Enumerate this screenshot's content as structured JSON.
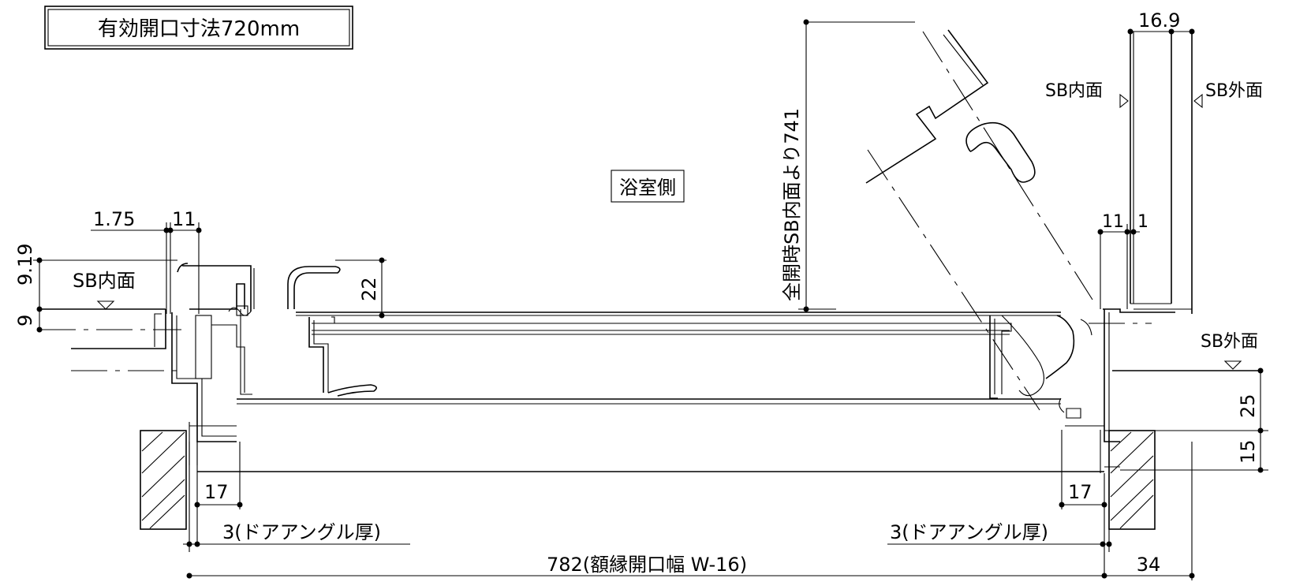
{
  "title_box": "有効開口寸法720mm",
  "room_label": "浴室側",
  "labels": {
    "sb_inner_left": "SB内面",
    "sb_inner_right": "SB内面",
    "sb_outer_top": "SB外面",
    "sb_outer_right": "SB外面"
  },
  "dimensions": {
    "top_left_1_75": "1.75",
    "top_left_11": "11",
    "left_9_19": "9.19",
    "left_9": "9",
    "frame_22": "22",
    "full_open_741": "全開時SB内面より741",
    "top_right_16_9": "16.9",
    "right_11": "11",
    "right_1": "1",
    "right_25": "25",
    "right_15": "15",
    "bottom_left_17": "17",
    "bottom_right_17": "17",
    "door_angle_left": "3(ドアアングル厚)",
    "door_angle_right": "3(ドアアングル厚)",
    "overall_782": "782(額縁開口幅 W-16)",
    "right_34": "34"
  }
}
